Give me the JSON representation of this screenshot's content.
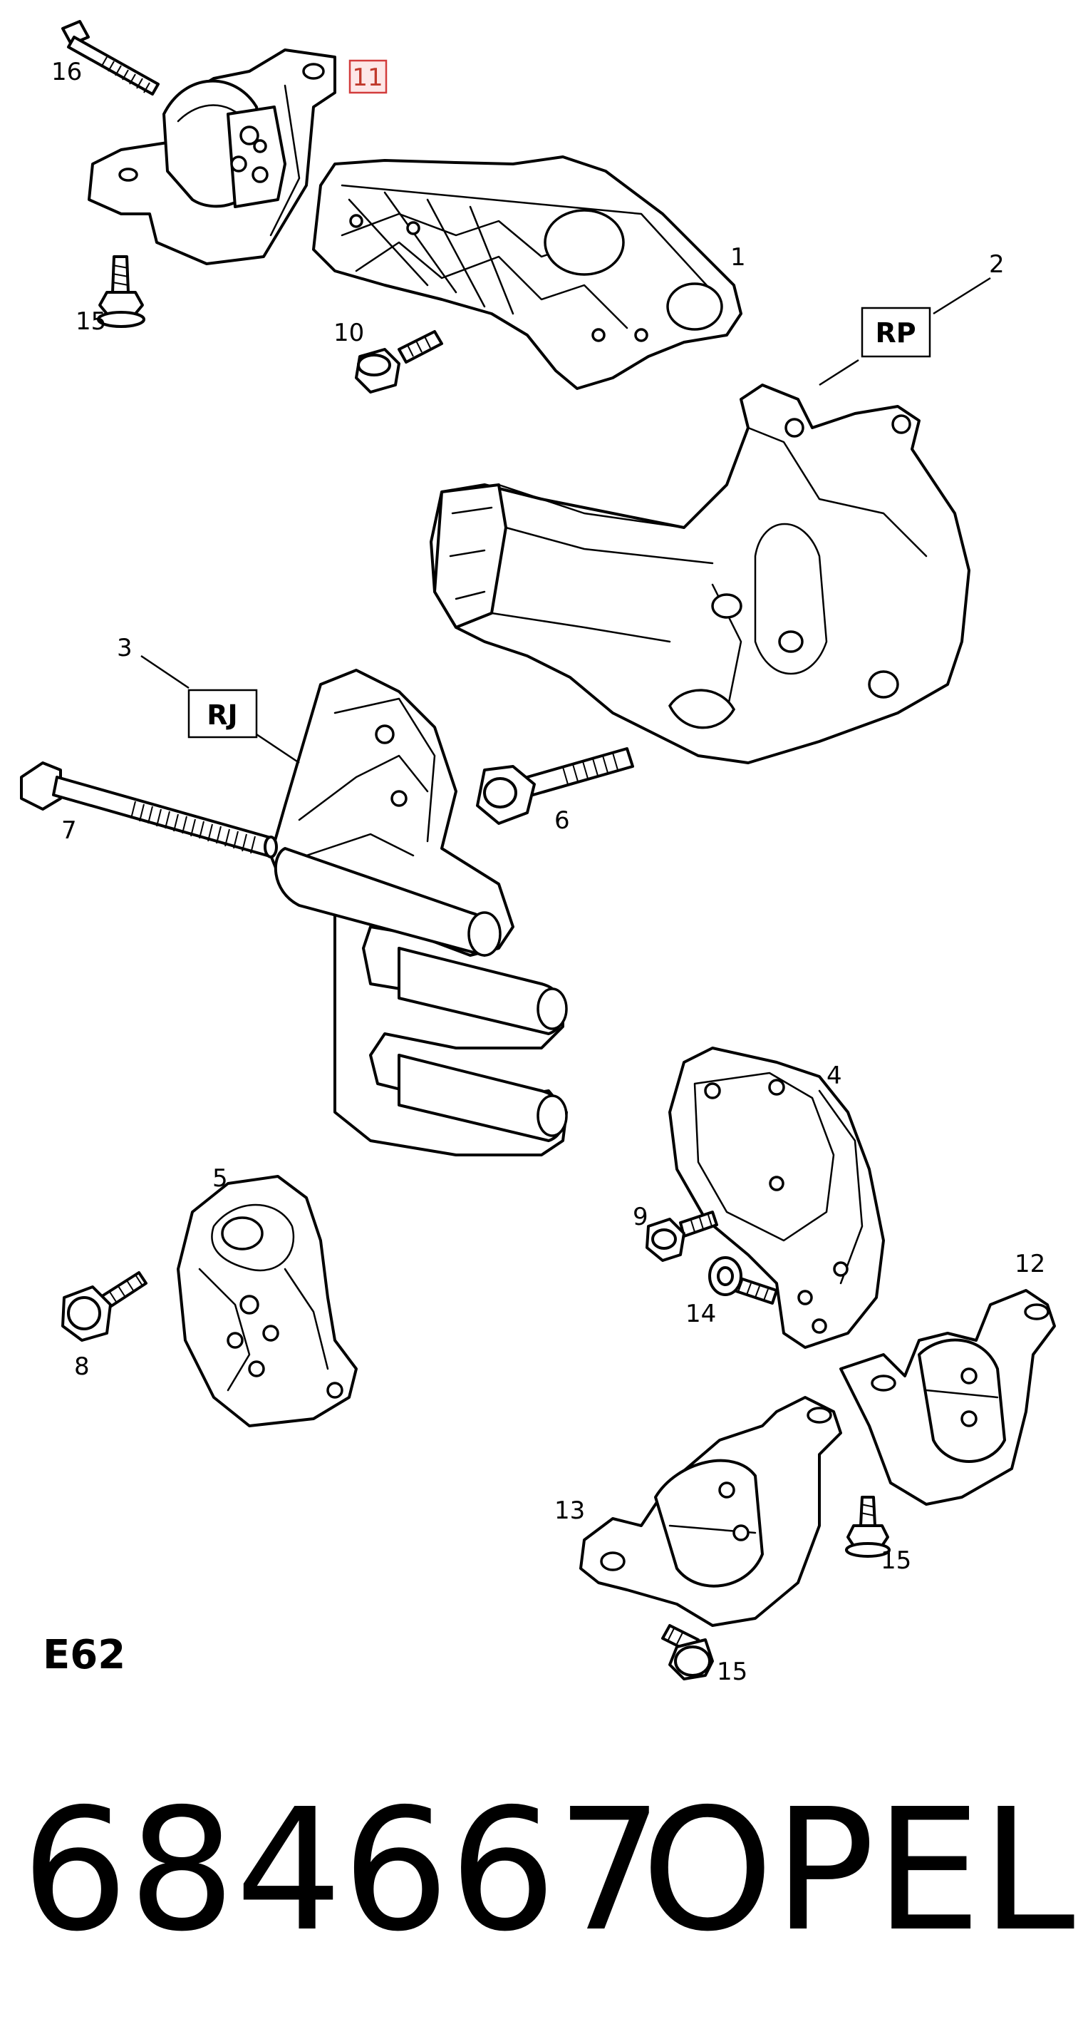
{
  "callouts": {
    "c1": "1",
    "c2": "2",
    "c3": "3",
    "c4": "4",
    "c5": "5",
    "c6": "6",
    "c7": "7",
    "c8": "8",
    "c9": "9",
    "c10": "10",
    "c11": "11",
    "c12": "12",
    "c13": "13",
    "c14": "14",
    "c15a": "15",
    "c15b": "15",
    "c15c": "15",
    "c16": "16"
  },
  "boxed_labels": {
    "rp": "RP",
    "rj": "RJ"
  },
  "highlighted_callout": "11",
  "highlight_color": "#d23c3c",
  "diagram_code": "E62",
  "footer": {
    "part_number": "684667",
    "brand": "OPEL"
  }
}
